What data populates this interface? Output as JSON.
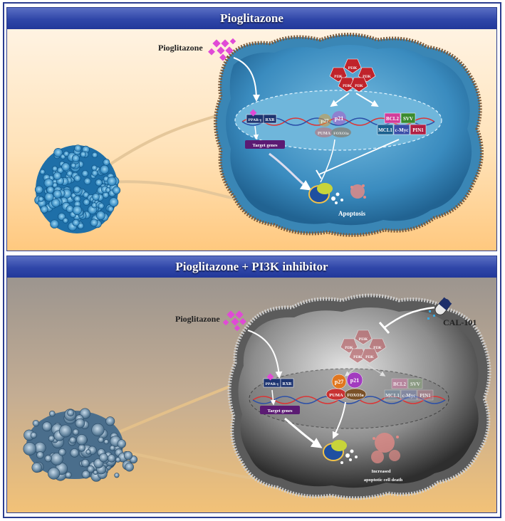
{
  "panel1": {
    "title": "Pioglitazone",
    "drug_label": "Pioglitazone",
    "pi3k": [
      "PI3K",
      "PI3K",
      "PI3K",
      "PI3K",
      "PI3K"
    ],
    "receptor": [
      "PPAR-γ",
      "RXR"
    ],
    "target_genes": "Target genes",
    "proteins_left": [
      "p27",
      "p21",
      "PUMA",
      "FOXO3a"
    ],
    "proteins_right": [
      "BCL2",
      "SVV",
      "MCL1",
      "c-Myc",
      "PIN1"
    ],
    "outcome": "Apoptosis"
  },
  "panel2": {
    "title": "Pioglitazone + PI3K inhibitor",
    "drug_label": "Pioglitazone",
    "inhibitor_label": "CAL-101",
    "pi3k": [
      "PI3K",
      "PI3K",
      "PI3K",
      "PI3K",
      "PI3K"
    ],
    "receptor": [
      "PPAR-γ",
      "RXR"
    ],
    "target_genes": "Target genes",
    "proteins_left": [
      "p27",
      "p21",
      "PUMA",
      "FOXO3a"
    ],
    "proteins_right": [
      "BCL2",
      "SVV",
      "MCL1",
      "c-Myc",
      "PIN1"
    ],
    "outcome": [
      "Increased",
      "apoptotic cell death"
    ]
  },
  "colors": {
    "header": "#2f46a8",
    "nucleus_top": "#2f7fb0",
    "nucleus_bottom": "#5a5a5a",
    "pi3k": "#c0232b",
    "target_genes_badge": "#5b1a73",
    "drug": "#e04ad6"
  }
}
